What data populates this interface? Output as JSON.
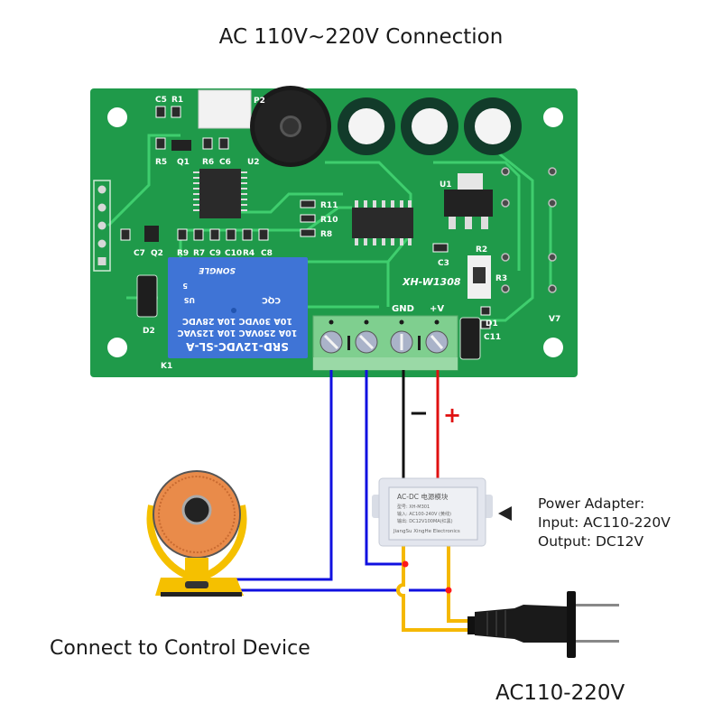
{
  "diagram": {
    "title": "AC 110V~220V Connection",
    "board": {
      "model": "XH-W1308",
      "labels": {
        "gnd": "GND",
        "vplus": "+V",
        "u1": "U1",
        "u2": "U2",
        "r1": "R1",
        "r2": "R2",
        "r3": "R3",
        "r4": "R4",
        "r5": "R5",
        "r6": "R6",
        "r7": "R7",
        "r8": "R8",
        "r9": "R9",
        "r10": "R10",
        "r11": "R11",
        "c3": "C3",
        "c5": "C5",
        "c6": "C6",
        "c7": "C7",
        "c8": "C8",
        "c9": "C9",
        "c10": "C10",
        "c11": "C11",
        "q1": "Q1",
        "q2": "Q2",
        "d1": "D1",
        "d2": "D2",
        "k1": "K1",
        "p2": "P2",
        "v7": "V7"
      },
      "relay": {
        "model": "SRD-12VDC-SL-A",
        "rating_1": "10A 250VAC  10A 125VAC",
        "rating_2": "10A 30VDC  10A 28VDC",
        "brand": "SONGLE",
        "cert": "CQC",
        "us_mark": "US",
        "pin": "5"
      }
    },
    "wires": {
      "minus_label": "−",
      "plus_label": "+",
      "colors": {
        "load": "#1010e0",
        "negative": "#111111",
        "positive": "#e01010",
        "mains": "#f5b800",
        "junction": "#ff1a1a"
      }
    },
    "adapter_module": {
      "title": "AC-DC  电源模块",
      "model_line": "型号: XH-M301",
      "input_line": "输入: AC100-240V (黄线)",
      "output_line": "输出: DC12V100MA(红黑)",
      "maker": "JiangSu XingHe Electronics"
    },
    "adapter_note": {
      "line1": "Power Adapter:",
      "line2": "Input: AC110-220V",
      "line3": "Output: DC12V"
    },
    "device_caption": "Connect to Control Device",
    "plug_caption": "AC110-220V",
    "colors": {
      "pcb": "#1f9a4a",
      "pcb_trace": "#3fce6e",
      "relay": "#3f74d6",
      "terminal": "#7fcf8f",
      "heater": "#f5c000"
    }
  }
}
